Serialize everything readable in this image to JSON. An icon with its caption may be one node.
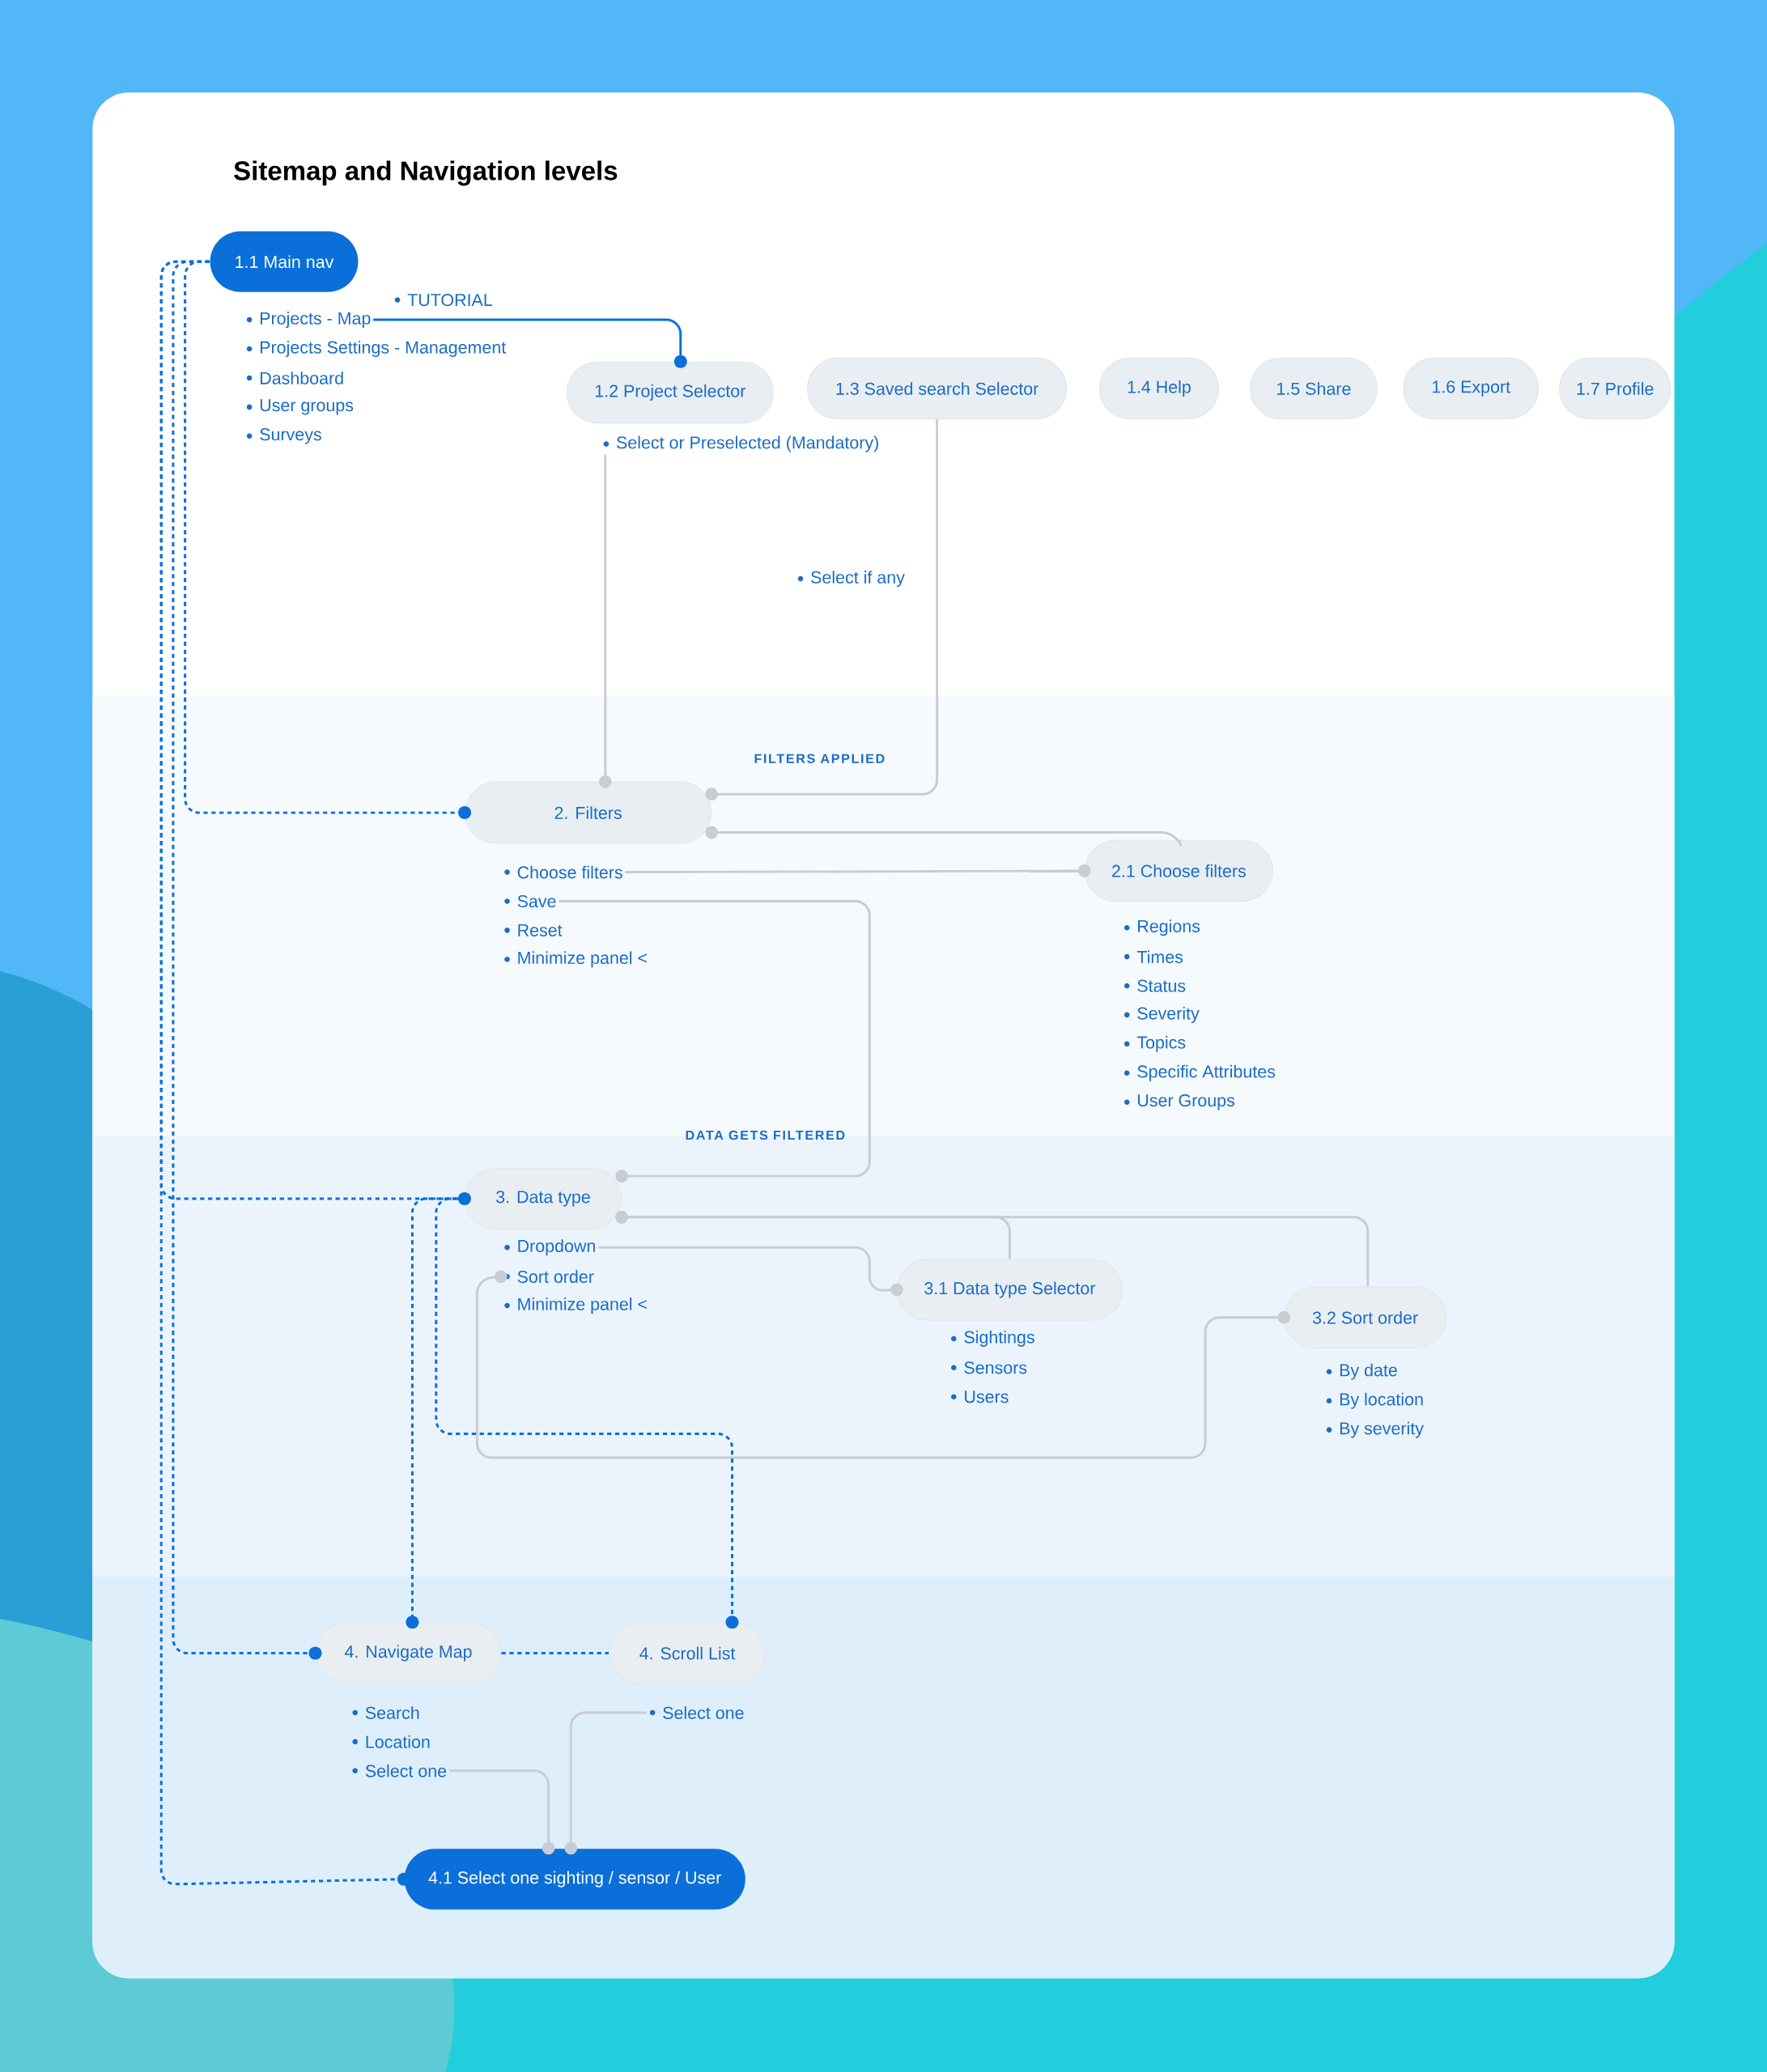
{
  "diagram": {
    "title": "Sitemap and Navigation levels",
    "nodes": [
      {
        "text": [
          "1.1 Main nav"
        ]
      },
      {
        "text": [
          "TUTORIAL"
        ]
      },
      {
        "text": [
          "Projects - Map"
        ]
      },
      {
        "text": [
          "Projects Settings - Management"
        ]
      },
      {
        "text": [
          "Dashboard"
        ]
      },
      {
        "text": [
          "User groups"
        ]
      },
      {
        "text": [
          "Surveys"
        ]
      },
      {
        "text": [
          "1.2 Project Selector"
        ]
      },
      {
        "text": [
          "1.3 Saved search Selector"
        ]
      },
      {
        "text": [
          "1.4 Help"
        ]
      },
      {
        "text": [
          "1.5 Share"
        ]
      },
      {
        "text": [
          "1.6 Export"
        ]
      },
      {
        "text": [
          "1.7 Profile"
        ]
      },
      {
        "text": [
          "Select or Preselected (Mandatory)"
        ]
      },
      {
        "text": [
          "Select if any"
        ]
      },
      {
        "text": [
          "2. Filters"
        ]
      },
      {
        "text": [
          "Choose filters"
        ]
      },
      {
        "text": [
          "Save"
        ]
      },
      {
        "text": [
          "Reset"
        ]
      },
      {
        "text": [
          "Minimize panel <"
        ]
      },
      {
        "text": [
          "2.1 Choose filters"
        ]
      },
      {
        "text": [
          "Regions"
        ]
      },
      {
        "text": [
          "Times"
        ]
      },
      {
        "text": [
          "Status"
        ]
      },
      {
        "text": [
          "Severity"
        ]
      },
      {
        "text": [
          "Topics"
        ]
      },
      {
        "text": [
          "Specific Attributes"
        ]
      },
      {
        "text": [
          "User Groups"
        ]
      },
      {
        "text": [
          "3. Data type"
        ]
      },
      {
        "text": [
          "Dropdown"
        ]
      },
      {
        "text": [
          "Sort order"
        ]
      },
      {
        "text": [
          "Minimize panel <"
        ]
      },
      {
        "text": [
          "3.1 Data type Selector"
        ]
      },
      {
        "text": [
          "Sightings"
        ]
      },
      {
        "text": [
          "Sensors"
        ]
      },
      {
        "text": [
          "Users"
        ]
      },
      {
        "text": [
          "3.2 Sort order"
        ]
      },
      {
        "text": [
          "By date"
        ]
      },
      {
        "text": [
          "By location"
        ]
      },
      {
        "text": [
          "By severity"
        ]
      },
      {
        "text": [
          "4. Navigate Map"
        ]
      },
      {
        "text": [
          "Search"
        ]
      },
      {
        "text": [
          "Location"
        ]
      },
      {
        "text": [
          "Select one"
        ]
      },
      {
        "text": [
          "4. Scroll List"
        ]
      },
      {
        "text": [
          "Select one"
        ]
      },
      {
        "text": [
          "4.1 Select one sighting / sensor / User"
        ]
      }
    ],
    "edges": [
      {
        "from": 2,
        "to": 7,
        "arrow": "other",
        "color": "#0b6fd9"
      },
      {
        "from": 0,
        "to": 15,
        "arrow": "other",
        "style": "dashed",
        "color": "#0b6fd9"
      },
      {
        "from": 0,
        "to": 28,
        "arrow": "other",
        "style": "dashed",
        "color": "#0b6fd9"
      },
      {
        "from": 0,
        "to": 40,
        "arrow": "other",
        "style": "dashed",
        "color": "#0b6fd9"
      },
      {
        "from": 0,
        "to": 46,
        "arrow": "other",
        "style": "dashed",
        "color": "#0b6fd9"
      },
      {
        "from": 13,
        "to": 15,
        "arrow": "other"
      },
      {
        "from": 8,
        "to": 15,
        "arrow": "other"
      },
      {
        "from": 20,
        "to": 15,
        "arrow": "other"
      },
      {
        "from": 16,
        "to": 20,
        "arrow": "other"
      },
      {
        "from": 17,
        "to": 28,
        "arrow": "other"
      },
      {
        "from": 32,
        "to": 28,
        "arrow": "other"
      },
      {
        "from": 36,
        "to": 28,
        "arrow": "other"
      },
      {
        "from": 29,
        "to": 32,
        "arrow": "other"
      },
      {
        "from": 30,
        "to": 36,
        "arrow": "other"
      },
      {
        "from": 28,
        "to": 40,
        "arrow": "other",
        "style": "dashed",
        "color": "#0b6fd9"
      },
      {
        "from": 28,
        "to": 44,
        "arrow": "other",
        "style": "dashed",
        "color": "#0b6fd9"
      },
      {
        "from": 40,
        "to": 44,
        "arrow": "none",
        "style": "dashed",
        "color": "#0b6fd9"
      },
      {
        "from": 43,
        "to": 46,
        "arrow": "other"
      },
      {
        "from": 45,
        "to": 46,
        "arrow": "other"
      }
    ],
    "labels": [
      "FILTERS APPLIED",
      "DATA GETS FILTERED"
    ]
  }
}
